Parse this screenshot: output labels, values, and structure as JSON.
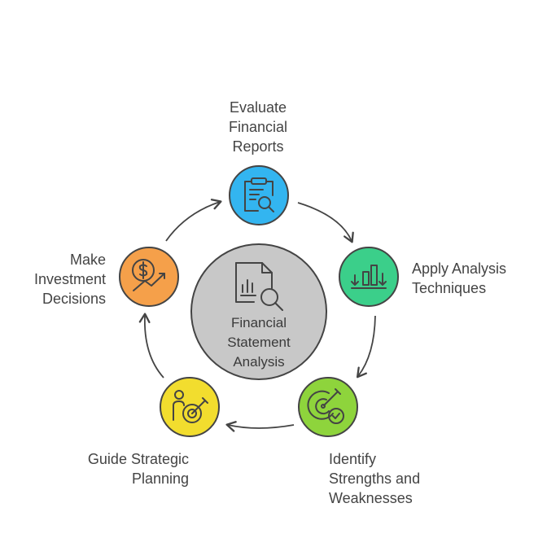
{
  "center": {
    "lines": [
      "Financial",
      "Statement",
      "Analysis"
    ],
    "icon": "document-search-icon",
    "color": "#c8c8c8"
  },
  "steps": [
    {
      "lines": [
        "Evaluate",
        "Financial",
        "Reports"
      ],
      "icon": "clipboard-search-icon",
      "color": "#33b5f0"
    },
    {
      "lines": [
        "Apply Analysis",
        "Techniques"
      ],
      "icon": "bar-chart-icon",
      "color": "#3bcf8a"
    },
    {
      "lines": [
        "Identify",
        "Strengths and",
        "Weaknesses"
      ],
      "icon": "target-check-icon",
      "color": "#8ed43c"
    },
    {
      "lines": [
        "Guide Strategic",
        "Planning"
      ],
      "icon": "person-target-icon",
      "color": "#f2dd2e"
    },
    {
      "lines": [
        "Make",
        "Investment",
        "Decisions"
      ],
      "icon": "dollar-growth-icon",
      "color": "#f5a04a"
    }
  ]
}
